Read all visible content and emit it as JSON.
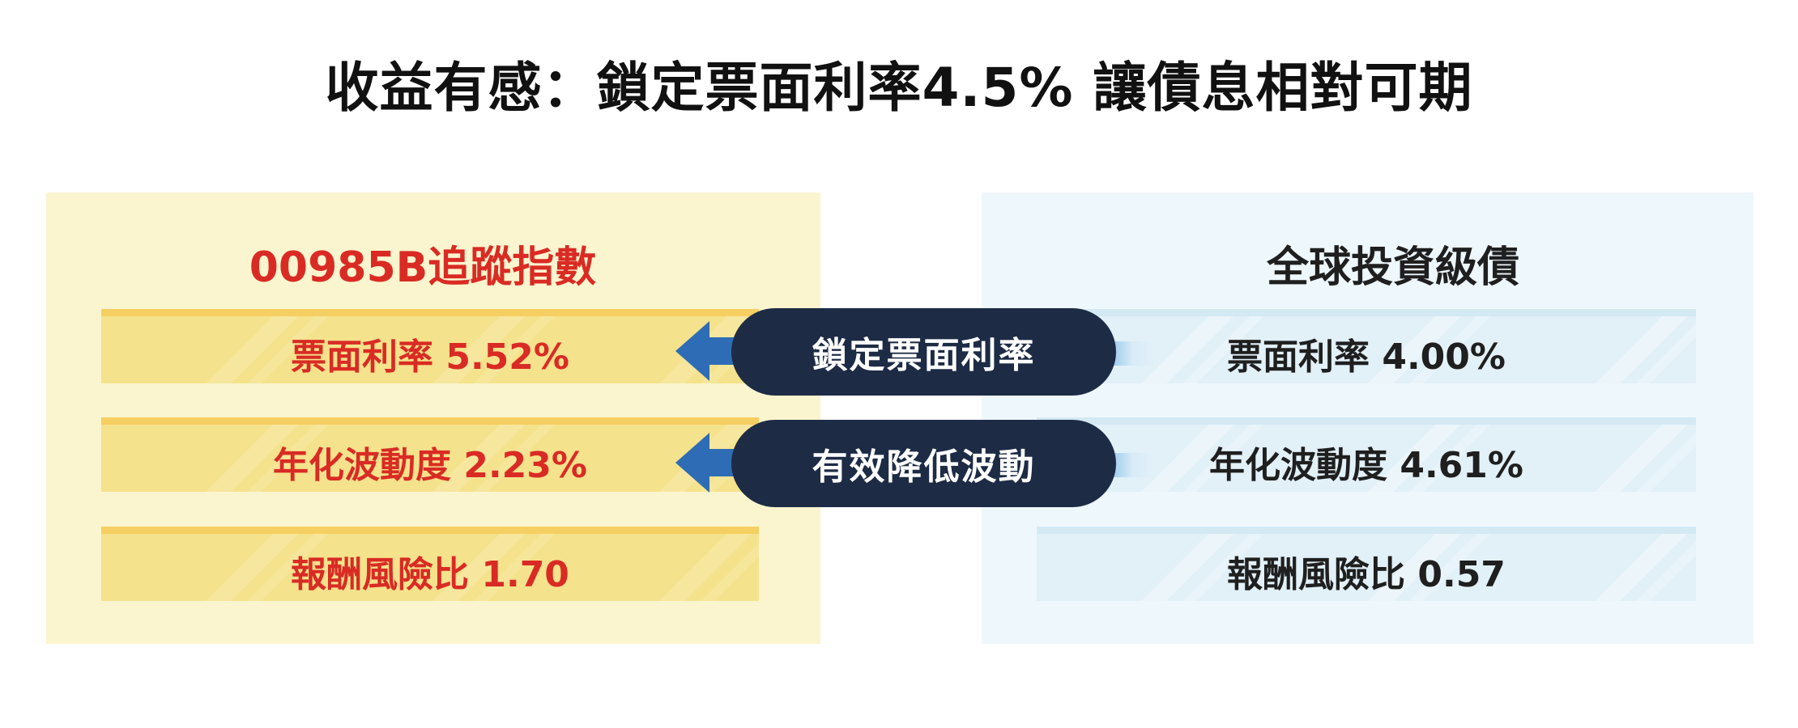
{
  "title": "收益有感：鎖定票面利率4.5% 讓債息相對可期",
  "left_panel": {
    "heading": "00985B追蹤指數",
    "rows": [
      "票面利率 5.52%",
      "年化波動度 2.23%",
      "報酬風險比 1.70"
    ]
  },
  "right_panel": {
    "heading": "全球投資級債",
    "rows": [
      "票面利率 4.00%",
      "年化波動度 4.61%",
      "報酬風險比 0.57"
    ]
  },
  "callouts": [
    "鎖定票面利率",
    "有效降低波動"
  ],
  "colors": {
    "accent_red": "#d92b24",
    "navy": "#1d2b45",
    "arrow_blue": "#2e6db5",
    "left_panel_bg": "#fbf5cf",
    "right_panel_bg": "#eef7fc"
  },
  "icons": [
    "left-arrow-icon",
    "left-arrow-icon"
  ]
}
